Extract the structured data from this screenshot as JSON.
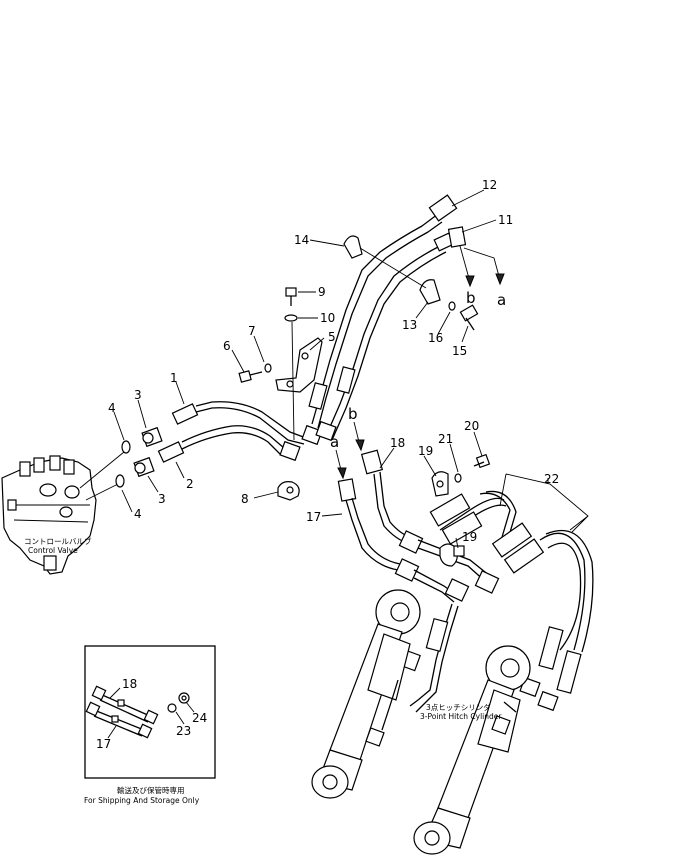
{
  "callouts": {
    "n1": "1",
    "n2": "2",
    "n3a": "3",
    "n3b": "3",
    "n4a": "4",
    "n4b": "4",
    "n5": "5",
    "n6": "6",
    "n7": "7",
    "n8": "8",
    "n9": "9",
    "n10": "10",
    "n11": "11",
    "n12": "12",
    "n13": "13",
    "n14": "14",
    "n15": "15",
    "n16": "16",
    "n17": "17",
    "n18": "18",
    "n19a": "19",
    "n19b": "19",
    "n20": "20",
    "n21": "21",
    "n22": "22",
    "inset_17": "17",
    "inset_18": "18",
    "inset_23": "23",
    "inset_24": "24"
  },
  "connectors": {
    "a_top": "a",
    "b_top": "b",
    "a_mid": "a",
    "b_mid": "b"
  },
  "captions": {
    "control_valve_jp": "コントロールバルブ",
    "control_valve_en": "Control Valve",
    "hitch_cylinder_jp": "3点ヒッチシリンダ",
    "hitch_cylinder_en": "3-Point Hitch Cylinder",
    "shipping_jp": "輸送及び保管時専用",
    "shipping_en": "For Shipping And Storage Only"
  }
}
